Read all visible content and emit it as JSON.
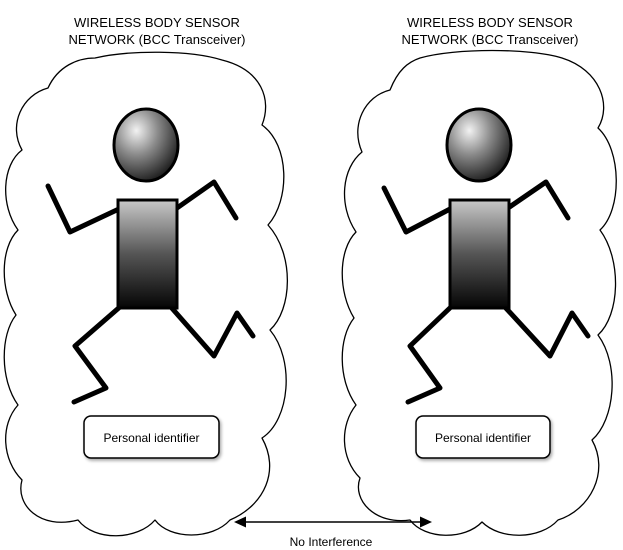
{
  "left_network": {
    "title_line1": "WIRELESS BODY SENSOR",
    "title_line2": "NETWORK (BCC Transceiver)",
    "identifier_label": "Personal identifier"
  },
  "right_network": {
    "title_line1": "WIRELESS BODY SENSOR",
    "title_line2": "NETWORK (BCC Transceiver)",
    "identifier_label": "Personal identifier"
  },
  "connection": {
    "label": "No Interference"
  }
}
